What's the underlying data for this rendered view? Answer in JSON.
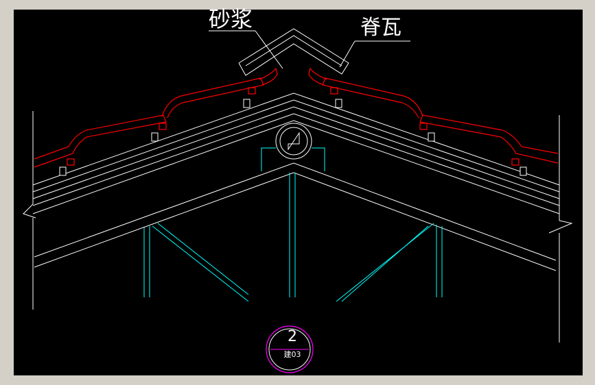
{
  "labels": {
    "mortar": "砂浆",
    "ridge_tile": "脊瓦"
  },
  "detail_marker": {
    "number": "2",
    "sheet": "建03"
  },
  "colors": {
    "frame": "#d4d0c8",
    "background": "#000000",
    "structure_lines": "#ffffff",
    "roof_tiles": "#ff0000",
    "truss_members": "#00ffff",
    "marker_circle": "#ff00ff"
  }
}
